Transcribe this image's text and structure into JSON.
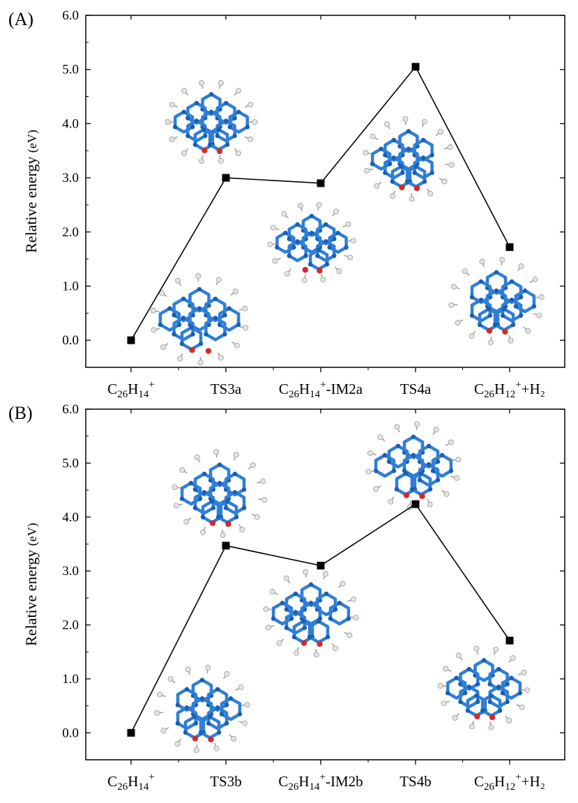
{
  "chart_data": [
    {
      "type": "line",
      "panel_label": "(A)",
      "ylabel": "Relative energy",
      "ylabel_unit": "(eV)",
      "ylim": [
        -0.5,
        6.0
      ],
      "yticks": [
        "0.0",
        "1.0",
        "2.0",
        "3.0",
        "4.0",
        "5.0",
        "6.0"
      ],
      "ytick_values": [
        0,
        1,
        2,
        3,
        4,
        5,
        6
      ],
      "categories": [
        {
          "base": "C",
          "sub1": "26",
          "mid": "H",
          "sub2": "14",
          "sup": "+",
          "tail": ""
        },
        {
          "base": "TS3a",
          "sub1": "",
          "mid": "",
          "sub2": "",
          "sup": "",
          "tail": ""
        },
        {
          "base": "C",
          "sub1": "26",
          "mid": "H",
          "sub2": "14",
          "sup": "+",
          "tail": "-IM2a"
        },
        {
          "base": "TS4a",
          "sub1": "",
          "mid": "",
          "sub2": "",
          "sup": "",
          "tail": ""
        },
        {
          "base": "C",
          "sub1": "26",
          "mid": "H",
          "sub2": "12",
          "sup": "+",
          "tail": "+H₂"
        }
      ],
      "values": [
        0.0,
        3.0,
        2.9,
        5.05,
        1.72
      ],
      "grid": false
    },
    {
      "type": "line",
      "panel_label": "(B)",
      "ylabel": "Relative energy",
      "ylabel_unit": "(eV)",
      "ylim": [
        -0.5,
        6.0
      ],
      "yticks": [
        "0.0",
        "1.0",
        "2.0",
        "3.0",
        "4.0",
        "5.0",
        "6.0"
      ],
      "ytick_values": [
        0,
        1,
        2,
        3,
        4,
        5,
        6
      ],
      "categories": [
        {
          "base": "C",
          "sub1": "26",
          "mid": "H",
          "sub2": "14",
          "sup": "+",
          "tail": ""
        },
        {
          "base": "TS3b",
          "sub1": "",
          "mid": "",
          "sub2": "",
          "sup": "",
          "tail": ""
        },
        {
          "base": "C",
          "sub1": "26",
          "mid": "H",
          "sub2": "14",
          "sup": "+",
          "tail": "-IM2b"
        },
        {
          "base": "TS4b",
          "sub1": "",
          "mid": "",
          "sub2": "",
          "sup": "",
          "tail": ""
        },
        {
          "base": "C",
          "sub1": "26",
          "mid": "H",
          "sub2": "12",
          "sup": "+",
          "tail": "+H₂"
        }
      ],
      "values": [
        0.0,
        3.47,
        3.1,
        4.24,
        1.71
      ],
      "grid": false
    }
  ],
  "colors": {
    "line": "#000000",
    "marker": "#000000",
    "carbon": "#2f7fd6",
    "carbon_dark": "#1a5fb0",
    "hydrogen": "#e4e4e4",
    "oxygen": "#d42a2a"
  },
  "icons": [
    "molecule-structure-icon"
  ]
}
